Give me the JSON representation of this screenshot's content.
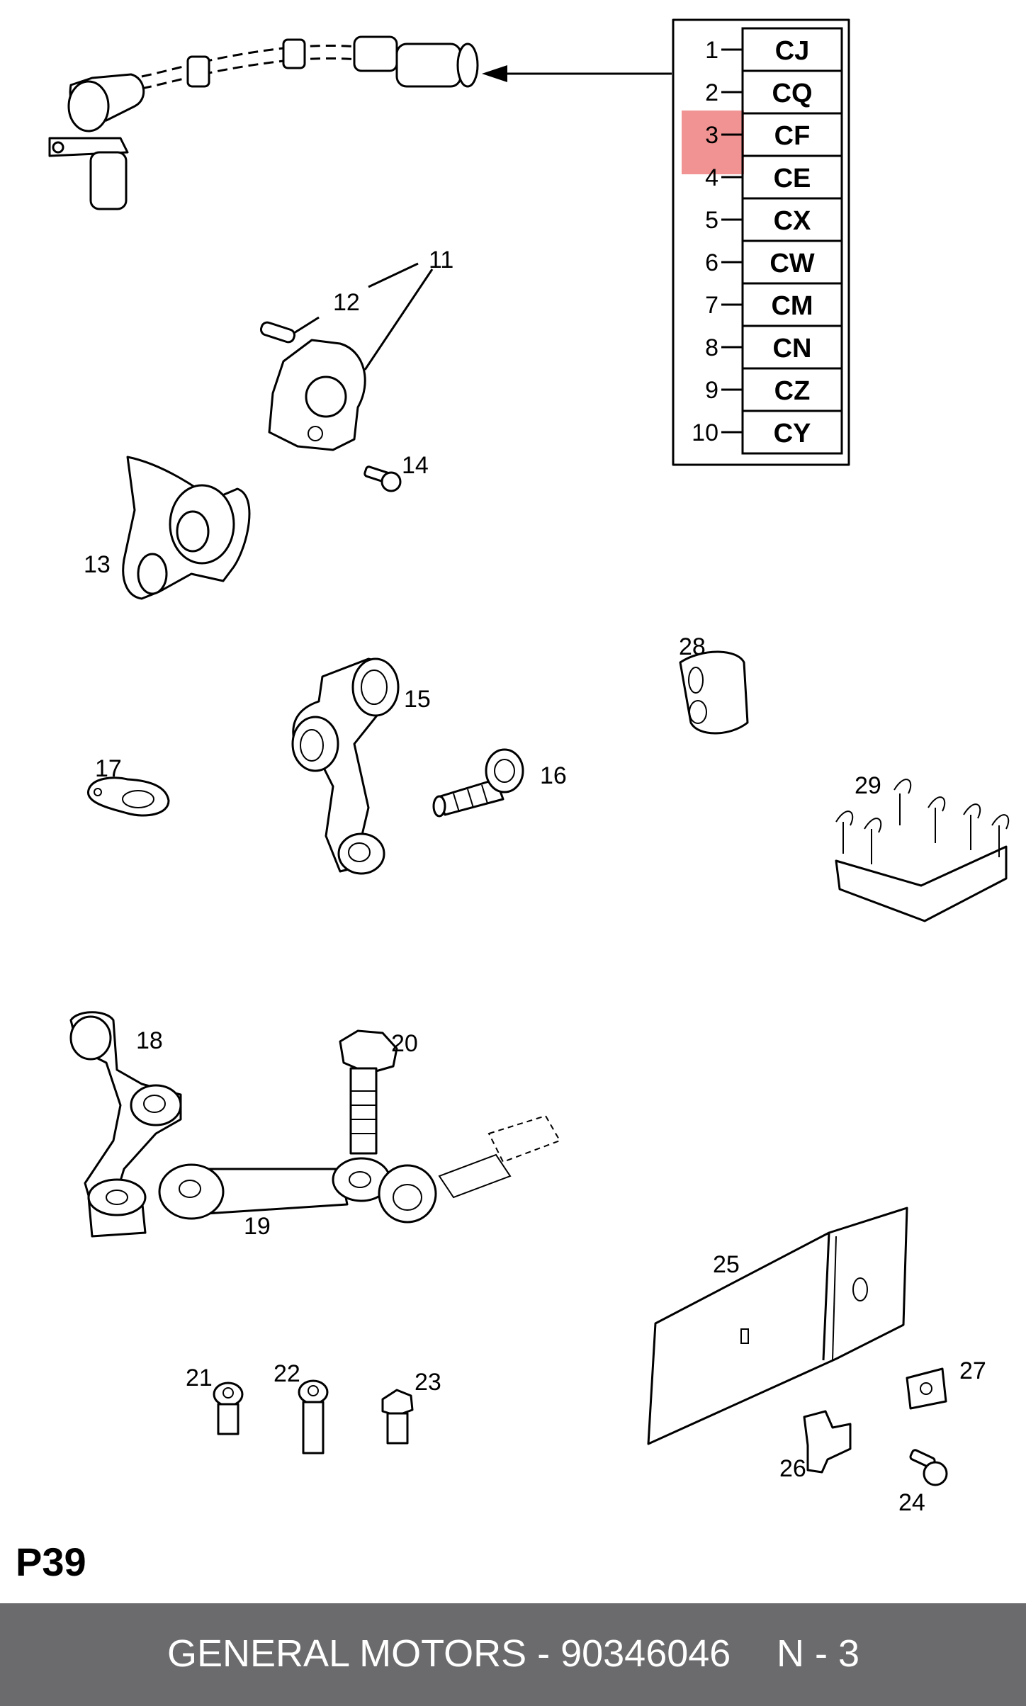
{
  "code_table": {
    "rows": [
      {
        "num": "1",
        "code": "CJ"
      },
      {
        "num": "2",
        "code": "CQ"
      },
      {
        "num": "3",
        "code": "CF"
      },
      {
        "num": "4",
        "code": "CE"
      },
      {
        "num": "5",
        "code": "CX"
      },
      {
        "num": "6",
        "code": "CW"
      },
      {
        "num": "7",
        "code": "CM"
      },
      {
        "num": "8",
        "code": "CN"
      },
      {
        "num": "9",
        "code": "CZ"
      },
      {
        "num": "10",
        "code": "CY"
      }
    ],
    "highlighted_row": "3",
    "highlight_color": "#f08080"
  },
  "callouts": {
    "c11": "11",
    "c12": "12",
    "c13": "13",
    "c14": "14",
    "c15": "15",
    "c16": "16",
    "c17": "17",
    "c18": "18",
    "c19": "19",
    "c20": "20",
    "c21": "21",
    "c22": "22",
    "c23": "23",
    "c24": "24",
    "c25": "25",
    "c26": "26",
    "c27": "27",
    "c28": "28",
    "c29": "29"
  },
  "page_code": "P39",
  "footer": {
    "brand_part": "GENERAL MOTORS - 90346046",
    "quantity": "N - 3",
    "background": "#6b6b6d"
  }
}
